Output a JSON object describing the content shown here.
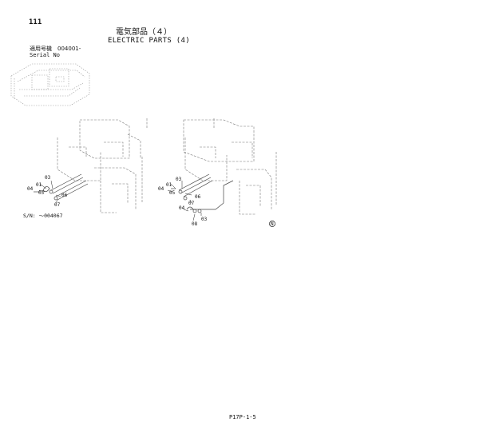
{
  "page": {
    "number": "111",
    "title_jp": "電気部品（４）",
    "title_en": "ELECTRIC PARTS (4)",
    "serial_label_jp": "適用号機　004001-",
    "serial_label_en": "Serial No",
    "sn_range": "S/N: ～004067",
    "footer_code": "P17P-1-5"
  },
  "callouts_left": [
    "01",
    "03",
    "04",
    "05",
    "06",
    "07"
  ],
  "callouts_right": [
    "01",
    "03",
    "04",
    "05",
    "06",
    "07",
    "04",
    "08",
    "03"
  ],
  "marker": "N"
}
